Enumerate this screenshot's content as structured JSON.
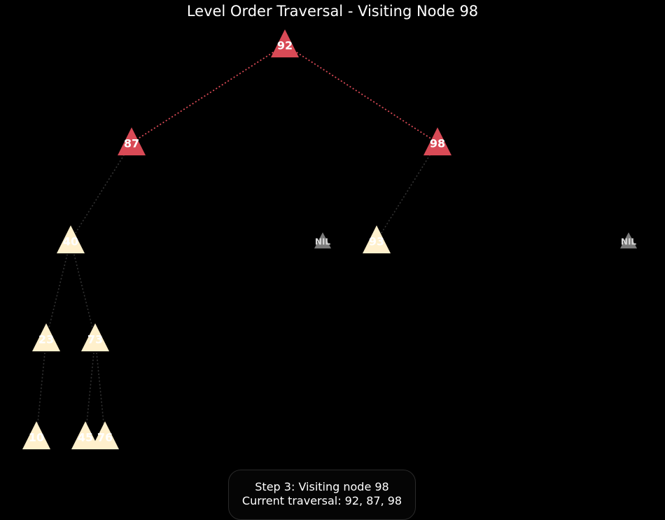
{
  "title": "Level Order Traversal - Visiting Node 98",
  "status": {
    "step_text": "Step 3: Visiting node 98",
    "traversal_text": "Current traversal: 92, 87, 98"
  },
  "colors": {
    "background": "#000000",
    "visited_node": "#d94a56",
    "visited_edge": "#d94a56",
    "pending_node": "#fff0cc",
    "pending_edge": "#333333",
    "nil_node": "#7a7a7a",
    "label": "#ffffff"
  },
  "tree": {
    "nodes": [
      {
        "id": "n92",
        "label": "92",
        "state": "visited"
      },
      {
        "id": "n87",
        "label": "87",
        "state": "visited"
      },
      {
        "id": "n98",
        "label": "98",
        "state": "visited"
      },
      {
        "id": "n40",
        "label": "40",
        "state": "pending"
      },
      {
        "id": "nil1",
        "label": "NIL",
        "state": "nil"
      },
      {
        "id": "n93",
        "label": "93",
        "state": "pending"
      },
      {
        "id": "nil2",
        "label": "NIL",
        "state": "nil"
      },
      {
        "id": "n23",
        "label": "23",
        "state": "pending"
      },
      {
        "id": "n73",
        "label": "73",
        "state": "pending"
      },
      {
        "id": "n10",
        "label": "10",
        "state": "pending"
      },
      {
        "id": "n45",
        "label": "45",
        "state": "pending"
      },
      {
        "id": "n76",
        "label": "76",
        "state": "pending"
      }
    ],
    "edges": [
      {
        "from": "n92",
        "to": "n87",
        "state": "visited"
      },
      {
        "from": "n92",
        "to": "n98",
        "state": "visited"
      },
      {
        "from": "n87",
        "to": "n40",
        "state": "pending"
      },
      {
        "from": "n98",
        "to": "n93",
        "state": "pending"
      },
      {
        "from": "n40",
        "to": "n23",
        "state": "pending"
      },
      {
        "from": "n40",
        "to": "n73",
        "state": "pending"
      },
      {
        "from": "n23",
        "to": "n10",
        "state": "pending"
      },
      {
        "from": "n73",
        "to": "n45",
        "state": "pending"
      },
      {
        "from": "n73",
        "to": "n76",
        "state": "pending"
      }
    ]
  }
}
